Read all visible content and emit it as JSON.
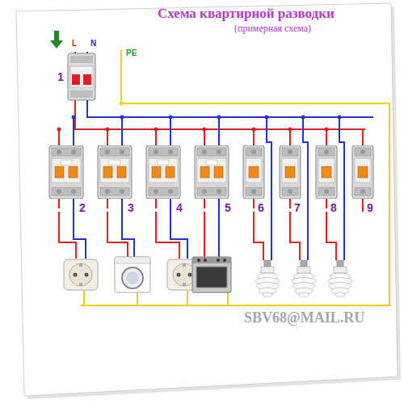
{
  "diagram": {
    "title": "Схема квартирной разводки",
    "labels": [
      "(примерная схема)",
      "L",
      "N",
      "PE",
      "1",
      "2",
      "3",
      "4",
      "5",
      "6",
      "7",
      "8",
      "9",
      "SBV68@MAIL.RU"
    ]
  }
}
